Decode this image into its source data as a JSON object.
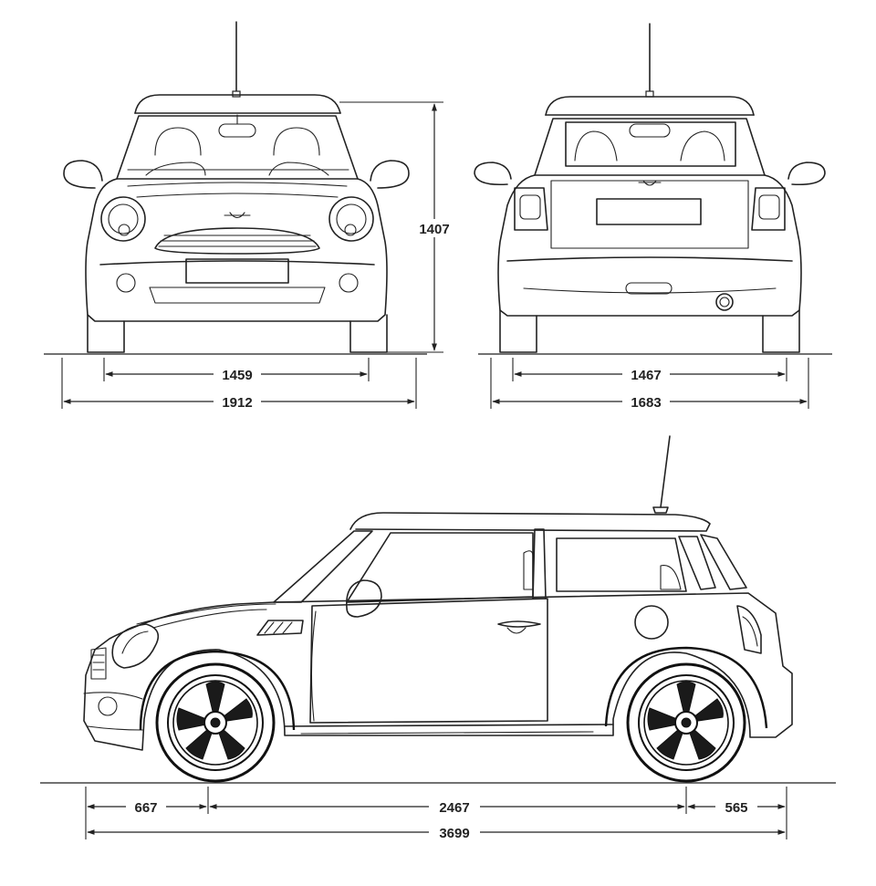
{
  "dimensions": {
    "height": "1407",
    "front_track": "1459",
    "front_width": "1912",
    "rear_track": "1467",
    "rear_width": "1683",
    "front_overhang": "667",
    "wheelbase": "2467",
    "rear_overhang": "565",
    "overall_length": "3699"
  }
}
